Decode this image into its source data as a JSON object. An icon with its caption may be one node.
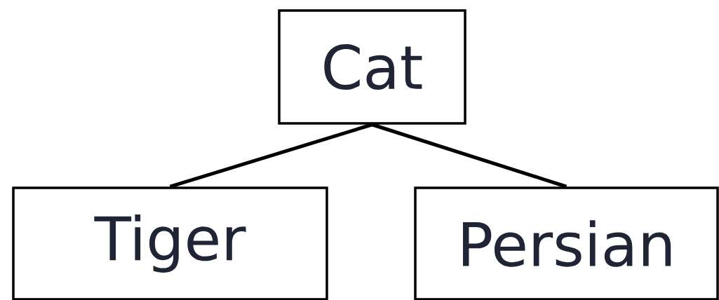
{
  "diagram": {
    "nodes": [
      {
        "text": [
          "Cat"
        ]
      },
      {
        "text": [
          "Tiger"
        ]
      },
      {
        "text": [
          "Persian"
        ]
      }
    ],
    "edges": [
      {
        "from": 0,
        "to": 1,
        "arrow": "none"
      },
      {
        "from": 0,
        "to": 2,
        "arrow": "none"
      }
    ]
  }
}
